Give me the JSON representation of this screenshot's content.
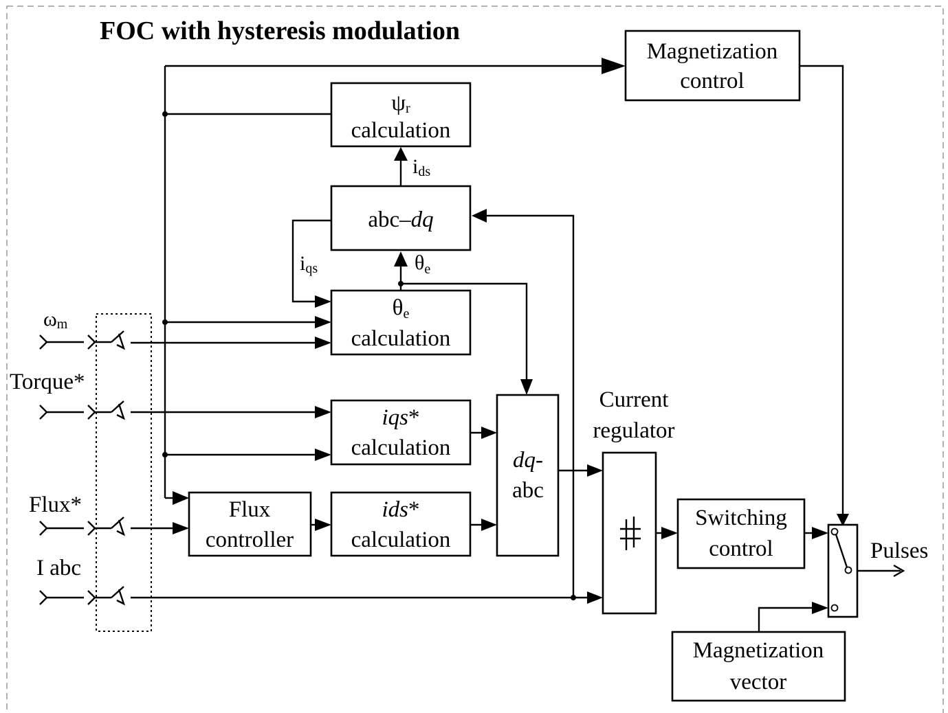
{
  "title": "FOC with hysteresis modulation",
  "blocks": {
    "magnetization_control": [
      "Magnetization",
      "control"
    ],
    "psi_r_calc": {
      "symbol": "ψ",
      "subscript": "r",
      "text": "calculation"
    },
    "abc_dq": {
      "text": "abc–",
      "italic": "dq"
    },
    "theta_calc": {
      "symbol": "θ",
      "subscript": "e",
      "text": "calculation"
    },
    "iqs_calc": {
      "italic": "iqs",
      "star": "*",
      "text": "calculation"
    },
    "ids_calc": {
      "italic": "ids",
      "star": "*",
      "text": "calculation"
    },
    "flux_controller": [
      "Flux",
      "controller"
    ],
    "dq_abc": {
      "italic": "dq",
      "dash": "-",
      "text": "abc"
    },
    "current_regulator": [
      "Current",
      "regulator"
    ],
    "switching_control": [
      "Switching",
      "control"
    ],
    "magnetization_vector": [
      "Magnetization",
      "vector"
    ]
  },
  "signals": {
    "ids": {
      "main": "i",
      "sub": "ds"
    },
    "iqs": {
      "main": "i",
      "sub": "qs"
    },
    "theta_e": {
      "main": "θ",
      "sub": "e"
    }
  },
  "inputs": {
    "omega_m": {
      "main": "ω",
      "sub": "m"
    },
    "torque": "Torque*",
    "flux": "Flux*",
    "i_abc": "I abc"
  },
  "output": "Pulses",
  "colors": {
    "line": "#000000",
    "frame": "#999999",
    "background": "#ffffff"
  }
}
